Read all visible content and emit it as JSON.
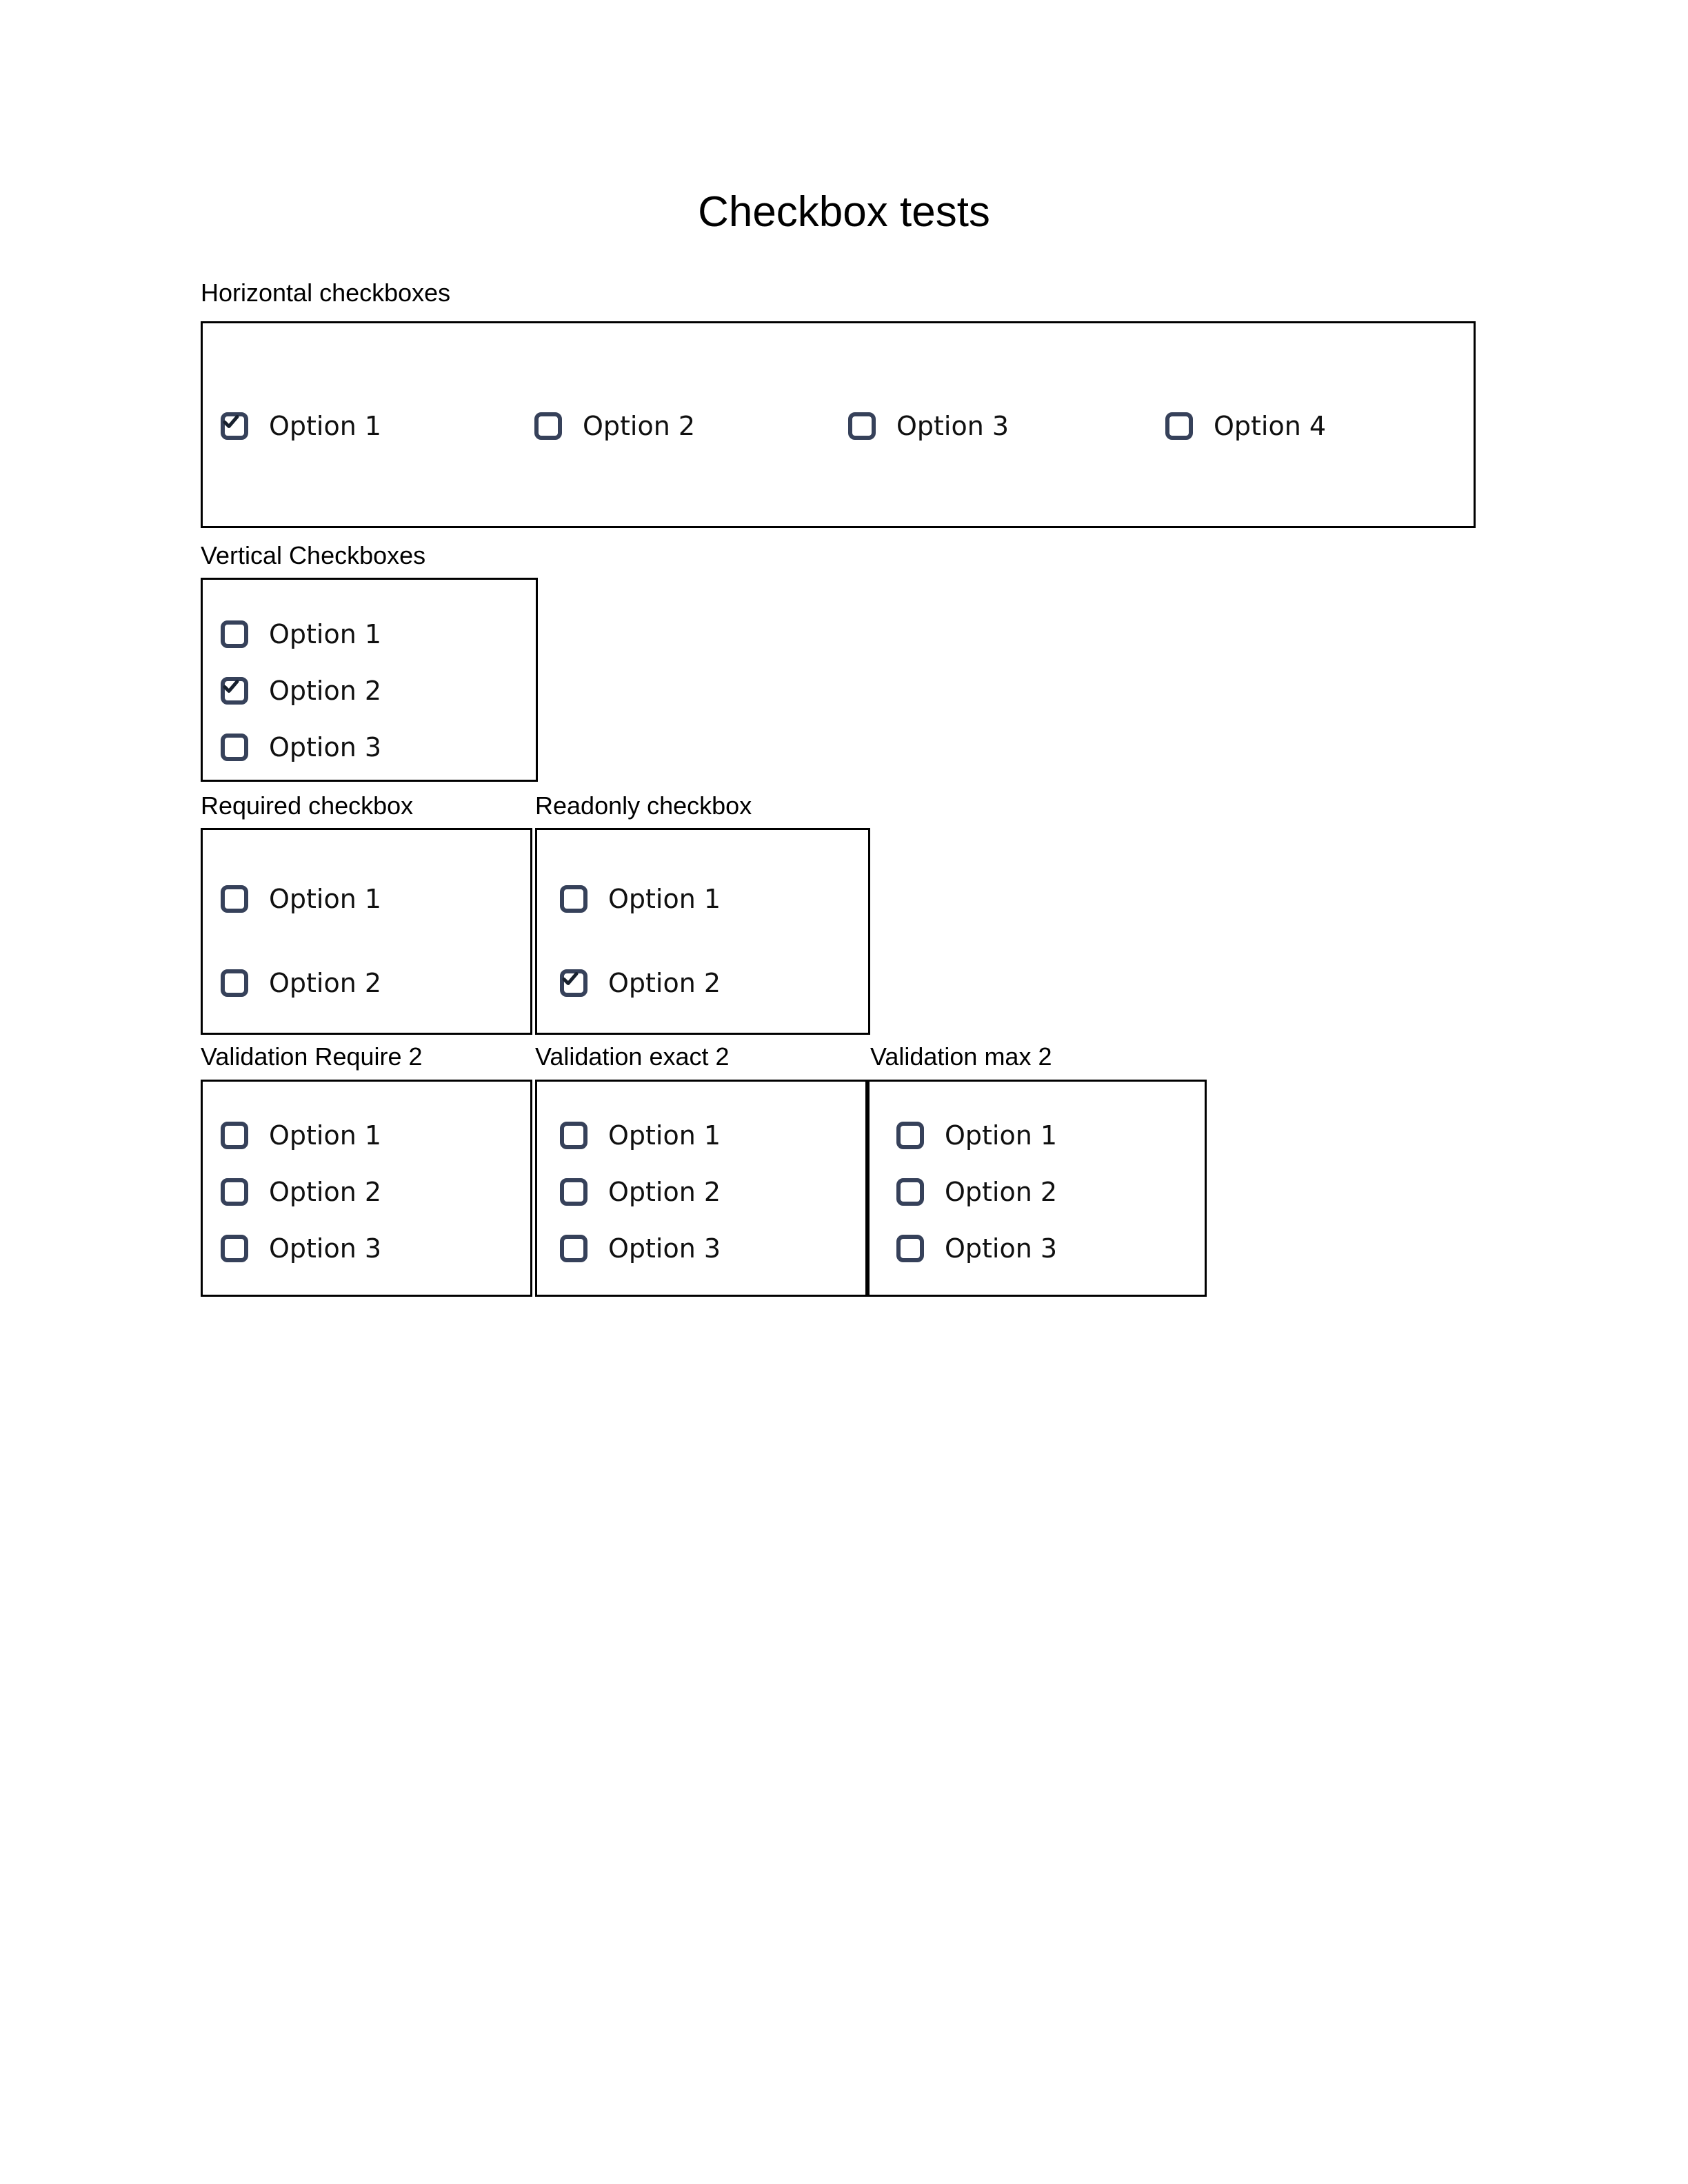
{
  "title": "Checkbox tests",
  "colors": {
    "checkbox_border": "#36415a",
    "checkbox_fill": "#ffffff",
    "box_border": "#000000",
    "text": "#000000",
    "page_background": "#ffffff"
  },
  "sections": [
    {
      "id": "horizontal",
      "heading": "Horizontal checkboxes",
      "layout": "horizontal",
      "options": [
        {
          "label": "Option 1",
          "checked": true
        },
        {
          "label": "Option 2",
          "checked": false
        },
        {
          "label": "Option 3",
          "checked": false
        },
        {
          "label": "Option 4",
          "checked": false
        }
      ]
    },
    {
      "id": "vertical",
      "heading": "Vertical Checkboxes",
      "layout": "vertical",
      "options": [
        {
          "label": "Option 1",
          "checked": false
        },
        {
          "label": "Option 2",
          "checked": true
        },
        {
          "label": "Option 3",
          "checked": false
        }
      ]
    },
    {
      "id": "required",
      "heading": "Required checkbox",
      "layout": "vertical",
      "options": [
        {
          "label": "Option 1",
          "checked": false
        },
        {
          "label": "Option 2",
          "checked": false
        }
      ]
    },
    {
      "id": "readonly",
      "heading": "Readonly checkbox",
      "layout": "vertical",
      "options": [
        {
          "label": "Option 1",
          "checked": false
        },
        {
          "label": "Option 2",
          "checked": true
        }
      ]
    },
    {
      "id": "validation-require-2",
      "heading": "Validation Require 2",
      "layout": "vertical",
      "options": [
        {
          "label": "Option 1",
          "checked": false
        },
        {
          "label": "Option 2",
          "checked": false
        },
        {
          "label": "Option 3",
          "checked": false
        }
      ]
    },
    {
      "id": "validation-exact-2",
      "heading": "Validation exact 2",
      "layout": "vertical",
      "options": [
        {
          "label": "Option 1",
          "checked": false
        },
        {
          "label": "Option 2",
          "checked": false
        },
        {
          "label": "Option 3",
          "checked": false
        }
      ]
    },
    {
      "id": "validation-max-2",
      "heading": "Validation max 2",
      "layout": "vertical",
      "options": [
        {
          "label": "Option 1",
          "checked": false
        },
        {
          "label": "Option 2",
          "checked": false
        },
        {
          "label": "Option 3",
          "checked": false
        }
      ]
    }
  ],
  "icons": {
    "checkmark": "check-icon"
  }
}
